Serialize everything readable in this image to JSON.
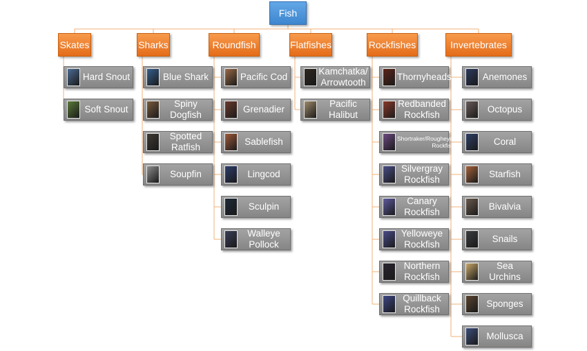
{
  "root": {
    "label": "Fish"
  },
  "colors": {
    "root": "#4a90d9",
    "category": "#ee7f2d",
    "leaf": "#959595",
    "connector": "#f0b27a"
  },
  "categories": [
    {
      "label": "Skates",
      "items": [
        {
          "label": "Hard Snout",
          "thumb": "#4b6b93"
        },
        {
          "label": "Soft Snout",
          "thumb": "#5b7a3a"
        }
      ]
    },
    {
      "label": "Sharks",
      "items": [
        {
          "label": "Blue Shark",
          "thumb": "#355f8e"
        },
        {
          "label": "Spiny Dogfish",
          "thumb": "#7a5a3c"
        },
        {
          "label": "Spotted Ratfish",
          "thumb": "#3e3a33"
        },
        {
          "label": "Soupfin",
          "thumb": "#8d8d8d"
        }
      ]
    },
    {
      "label": "Roundfish",
      "items": [
        {
          "label": "Pacific Cod",
          "thumb": "#9a6a45"
        },
        {
          "label": "Grenadier",
          "thumb": "#6b3b2d"
        },
        {
          "label": "Sablefish",
          "thumb": "#a05a3a"
        },
        {
          "label": "Lingcod",
          "thumb": "#2e3d6b"
        },
        {
          "label": "Sculpin",
          "thumb": "#1f2a38"
        },
        {
          "label": "Walleye Pollock",
          "thumb": "#3a3e58"
        }
      ]
    },
    {
      "label": "Flatfishes",
      "items": [
        {
          "label": "Kamchatka/ Arrowtooth",
          "thumb": "#2e2620"
        },
        {
          "label": "Pacific Halibut",
          "thumb": "#9f8a6a"
        }
      ]
    },
    {
      "label": "Rockfishes",
      "items": [
        {
          "label": "Thornyheads",
          "thumb": "#5a2418"
        },
        {
          "label": "Redbanded Rockfish",
          "thumb": "#8a3b2b"
        },
        {
          "label": "Shortraker/Rougheye/BlackSpotted Rockfish",
          "thumb": "#6d4a82"
        },
        {
          "label": "Silvergray Rockfish",
          "thumb": "#4a4e86"
        },
        {
          "label": "Canary Rockfish",
          "thumb": "#5e5aa0"
        },
        {
          "label": "Yelloweye Rockfish",
          "thumb": "#4b4c8a"
        },
        {
          "label": "Northern Rockfish",
          "thumb": "#2a2630"
        },
        {
          "label": "Quillback Rockfish",
          "thumb": "#3e4788"
        }
      ]
    },
    {
      "label": "Invertebrates",
      "items": [
        {
          "label": "Anemones",
          "thumb": "#2c3a5e"
        },
        {
          "label": "Octopus",
          "thumb": "#6a5b5a"
        },
        {
          "label": "Coral",
          "thumb": "#2f3f66"
        },
        {
          "label": "Starfish",
          "thumb": "#a3623c"
        },
        {
          "label": "Bivalvia",
          "thumb": "#6b5a4d"
        },
        {
          "label": "Snails",
          "thumb": "#3b3d3f"
        },
        {
          "label": "Sea Urchins",
          "thumb": "#c9a86a"
        },
        {
          "label": "Sponges",
          "thumb": "#5a4430"
        },
        {
          "label": "Mollusca",
          "thumb": "#3c4d7a"
        }
      ]
    }
  ]
}
